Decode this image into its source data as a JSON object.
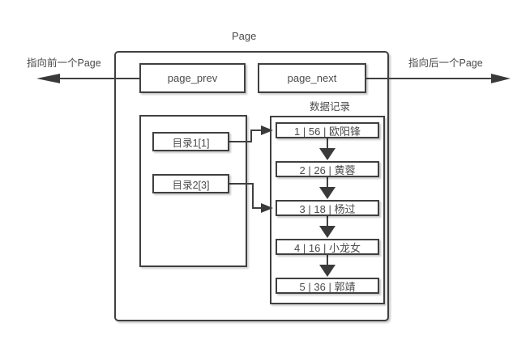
{
  "diagram": {
    "title": "Page",
    "page_prev_label": "page_prev",
    "page_next_label": "page_next",
    "prev_pointer_label": "指向前一个Page",
    "next_pointer_label": "指向后一个Page",
    "records_title": "数据记录",
    "directory_items": [
      "目录1[1]",
      "目录2[3]"
    ],
    "records": [
      "1 | 56 | 欧阳锋",
      "2 | 26 | 黄蓉",
      "3 | 18 | 杨过",
      "4 | 16 | 小龙女",
      "5 | 36 | 郭靖"
    ],
    "colors": {
      "line": "#404040",
      "text": "#4a4a4a",
      "background": "#ffffff",
      "box_fill": "#ffffff",
      "shadow": "#c9c9c9"
    }
  }
}
